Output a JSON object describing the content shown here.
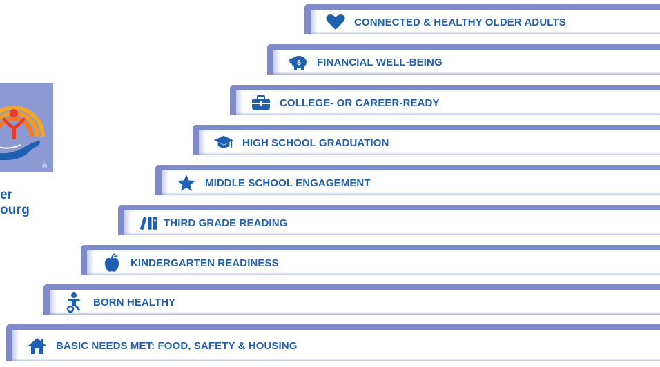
{
  "brand": {
    "logo_lines": [
      "er",
      "ourg"
    ],
    "registered_mark": "®",
    "colors": {
      "logo_background": "#8b9ad3",
      "arc_outer": "#f5a623",
      "arc_inner": "#f07a23",
      "figure": "#e8392a",
      "hand": "#1f5fb0",
      "text": "#1f5fb0"
    }
  },
  "steps": [
    {
      "label": "CONNECTED & HEALTHY OLDER ADULTS",
      "icon": "heart-icon"
    },
    {
      "label": "FINANCIAL WELL-BEING",
      "icon": "piggy-bank-icon"
    },
    {
      "label": "COLLEGE- OR CAREER-READY",
      "icon": "briefcase-icon"
    },
    {
      "label": "HIGH SCHOOL GRADUATION",
      "icon": "graduation-cap-icon"
    },
    {
      "label": "MIDDLE SCHOOL ENGAGEMENT",
      "icon": "star-icon"
    },
    {
      "label": "THIRD GRADE READING",
      "icon": "books-icon"
    },
    {
      "label": "KINDERGARTEN READINESS",
      "icon": "apple-icon"
    },
    {
      "label": "BORN HEALTHY",
      "icon": "baby-icon"
    },
    {
      "label": "BASIC NEEDS MET: FOOD, SAFETY & HOUSING",
      "icon": "house-icon"
    }
  ],
  "colors": {
    "step_edge": "#7d8bcc",
    "label_text": "#1f5fb0"
  }
}
